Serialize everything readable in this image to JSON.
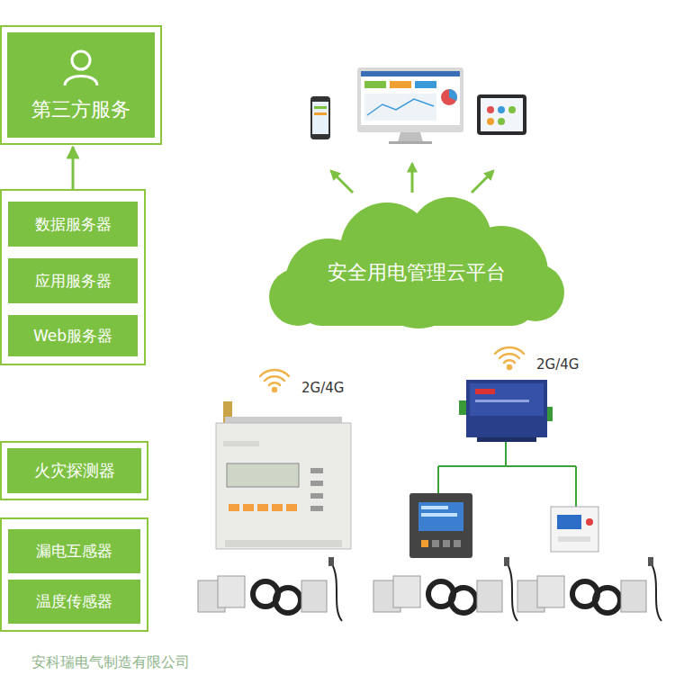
{
  "diagram": {
    "nodes": [
      {
        "text": [
          "第三方服务"
        ]
      },
      {
        "text": []
      },
      {
        "text": [
          "数据服务器"
        ],
        "in": 1
      },
      {
        "text": [
          "应用服务器"
        ],
        "in": 1
      },
      {
        "text": [
          "Web服务器"
        ],
        "in": 1
      },
      {
        "text": [
          "安全用电管理云平台"
        ]
      },
      {
        "text": [
          "火灾探测器"
        ]
      },
      {
        "text": []
      },
      {
        "text": [
          "漏电互感器"
        ],
        "in": 7
      },
      {
        "text": [
          "温度传感器"
        ],
        "in": 7
      }
    ],
    "edges": [
      {
        "from": 1,
        "to": 0,
        "arrow": "to"
      }
    ],
    "labels": [
      "2G/4G",
      "2G/4G",
      "安科瑞电气制造有限公司"
    ]
  }
}
